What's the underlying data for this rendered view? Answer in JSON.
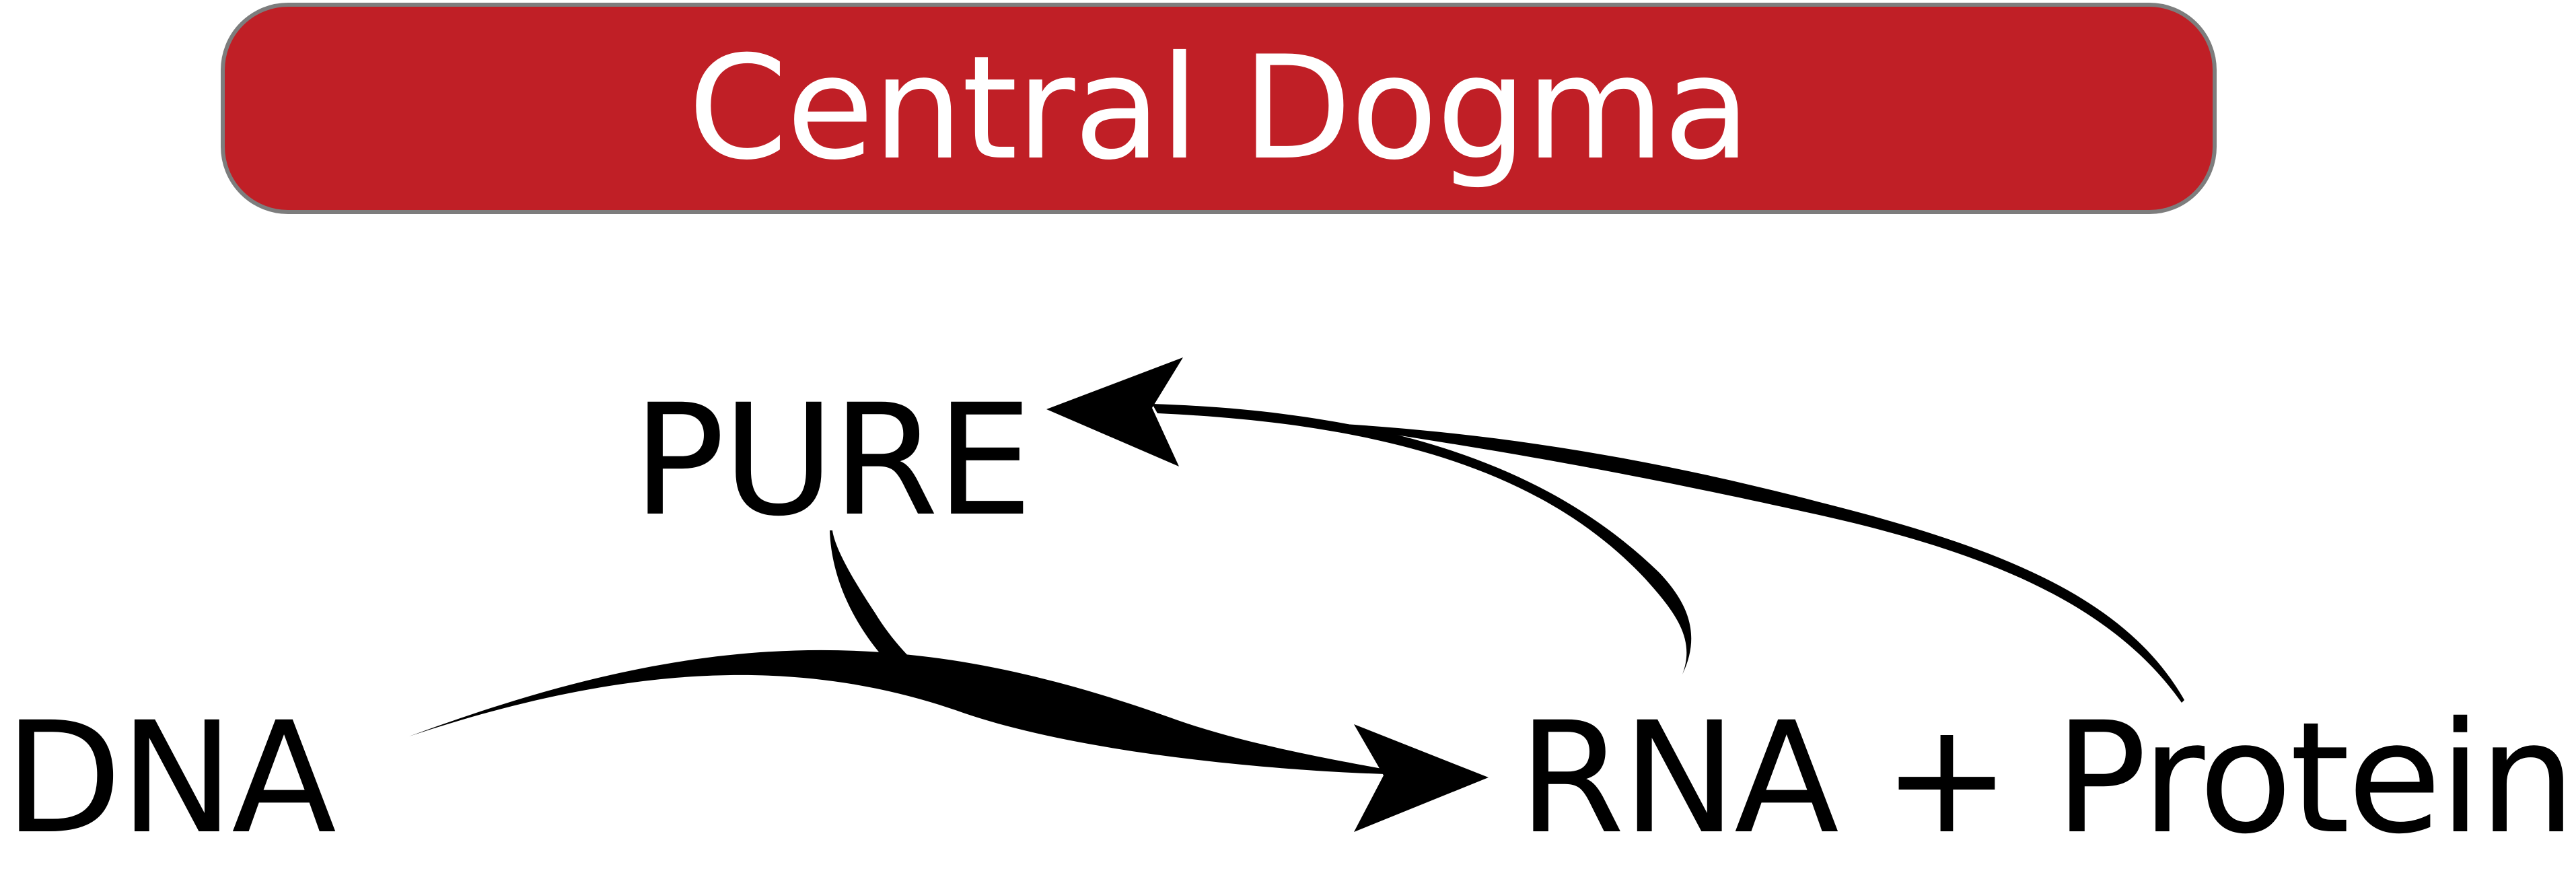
{
  "title": "Central Dogma",
  "nodes": {
    "pure": "PURE",
    "dna": "DNA",
    "rna_proteins": "RNA + Proteins"
  },
  "colors": {
    "banner_fill": "#c01f26",
    "banner_border": "#7d7d7d",
    "banner_text": "#ffffff",
    "arrow": "#000000",
    "background": "#ffffff"
  }
}
